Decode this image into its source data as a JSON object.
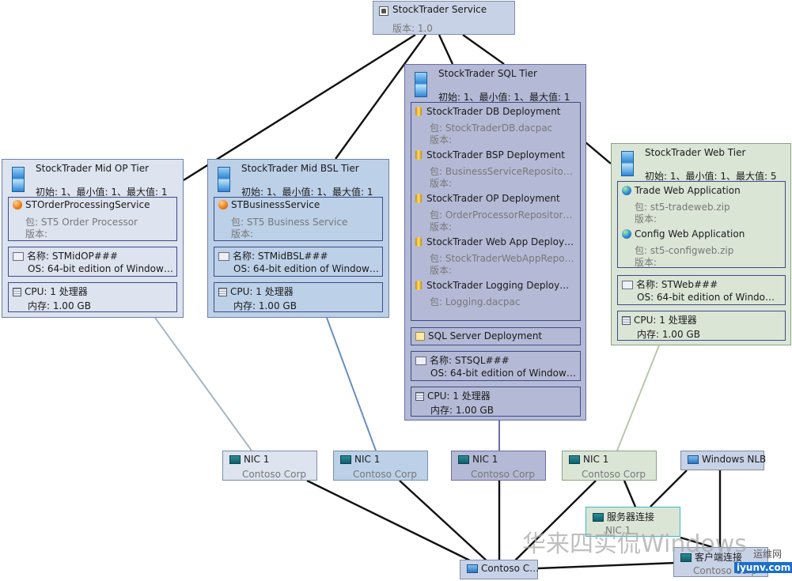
{
  "service": {
    "name": "StockTrader Service",
    "version": "版本: 1.0"
  },
  "tiers": {
    "mid_op": {
      "name": "StockTrader Mid OP Tier",
      "init": "初始: 1、最小值: 1、最大值: 1",
      "app": {
        "name": "STOrderProcessingService",
        "package": "包: ST5 Order Processor",
        "version": "版本:"
      },
      "host": {
        "name": "名称: STMidOP###",
        "os": "OS:   64-bit edition of Window…"
      },
      "hw": {
        "cpu": "CPU: 1 处理器",
        "mem": "内存: 1.00 GB"
      }
    },
    "mid_bsl": {
      "name": "StockTrader Mid BSL Tier",
      "init": "初始: 1、最小值: 1、最大值: 1",
      "app": {
        "name": "STBusinessService",
        "package": "包: ST5 Business Service",
        "version": "版本:"
      },
      "host": {
        "name": "名称: STMidBSL###",
        "os": "OS:   64-bit edition of Window…"
      },
      "hw": {
        "cpu": "CPU: 1 处理器",
        "mem": "内存: 1.00 GB"
      }
    },
    "sql": {
      "name": "StockTrader SQL Tier",
      "init": "初始: 1、最小值: 1、最大值: 1",
      "deployments": [
        {
          "name": "StockTrader DB Deployment",
          "package": "包: StockTraderDB.dacpac",
          "version": "版本:"
        },
        {
          "name": "StockTrader BSP Deployment",
          "package": "包: BusinessServiceRepository.…",
          "version": "版本:"
        },
        {
          "name": "StockTrader OP Deployment",
          "package": "包: OrderProcessorRepository.…",
          "version": "版本:"
        },
        {
          "name": "StockTrader Web App Deploy…",
          "package": "包: StockTraderWebAppReposi…",
          "version": "版本:"
        },
        {
          "name": "StockTrader Logging Deploym…",
          "package": "包: Logging.dacpac",
          "version": ""
        }
      ],
      "sql_server": "SQL Server Deployment",
      "host": {
        "name": "名称: STSQL###",
        "os": "OS:   64-bit edition of Window…"
      },
      "hw": {
        "cpu": "CPU: 1 处理器",
        "mem": "内存: 1.00 GB"
      }
    },
    "web": {
      "name": "StockTrader Web Tier",
      "init": "初始: 1、最小值: 1、最大值: 5",
      "apps": [
        {
          "name": "Trade Web Application",
          "package": "包: st5-tradeweb.zip",
          "version": "版本:"
        },
        {
          "name": "Config Web Application",
          "package": "包: st5-configweb.zip",
          "version": "版本:"
        }
      ],
      "host": {
        "name": "名称: STWeb###",
        "os": "OS:   64-bit edition of Window…"
      },
      "hw": {
        "cpu": "CPU: 1 处理器",
        "mem": "内存: 1.00 GB"
      }
    }
  },
  "nics": [
    {
      "name": "NIC 1",
      "network": "Contoso Corp"
    },
    {
      "name": "NIC 1",
      "network": "Contoso Corp"
    },
    {
      "name": "NIC 1",
      "network": "Contoso Corp"
    },
    {
      "name": "NIC 1",
      "network": "Contoso Corp"
    }
  ],
  "nlb": {
    "name": "Windows NLB"
  },
  "server_conn": {
    "name": "服务器连接",
    "sub": "NIC 1"
  },
  "client_conn": {
    "name": "客户端连接",
    "sub": "Contoso Corp"
  },
  "network": {
    "name": "Contoso C…"
  },
  "watermark": {
    "text": "华来四实侃Windows",
    "site_top": "运维网",
    "site_bottom": "iyunv.com"
  },
  "colors": {
    "line": "#111111",
    "grayline": "#9fb0c0",
    "blueline": "#6a8fbf",
    "greenline": "#b6c9a8"
  }
}
